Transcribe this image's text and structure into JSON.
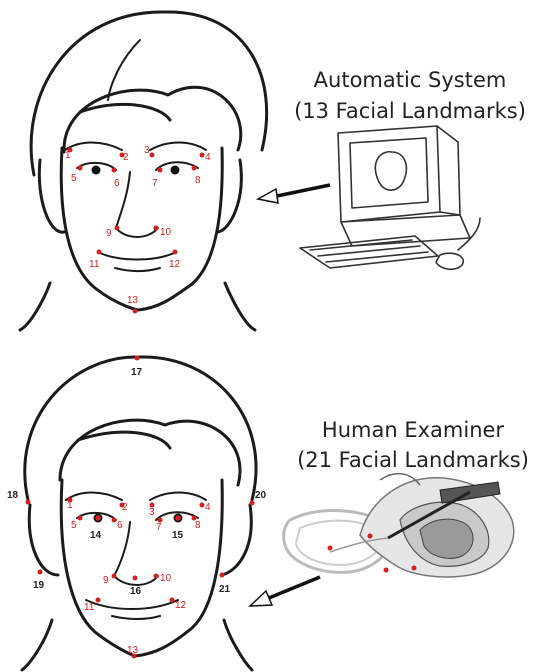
{
  "panels": [
    {
      "caption_line1": "Automatic System",
      "caption_line2": "(13 Facial Landmarks)",
      "landmarks": [
        "1",
        "2",
        "3",
        "4",
        "5",
        "6",
        "7",
        "8",
        "9",
        "10",
        "11",
        "12",
        "13"
      ]
    },
    {
      "caption_line1": "Human Examiner",
      "caption_line2": "(21 Facial Landmarks)",
      "landmarks": [
        "1",
        "2",
        "3",
        "4",
        "5",
        "6",
        "7",
        "8",
        "9",
        "10",
        "11",
        "12",
        "13",
        "14",
        "15",
        "16",
        "17",
        "18",
        "19",
        "20",
        "21"
      ]
    }
  ],
  "colors": {
    "landmark": "#d42020",
    "line_art": "#1b1b1b",
    "extra_label": "#222222"
  },
  "icons": {
    "top": "computer-icon",
    "bottom": "hand-drawing-icon"
  }
}
